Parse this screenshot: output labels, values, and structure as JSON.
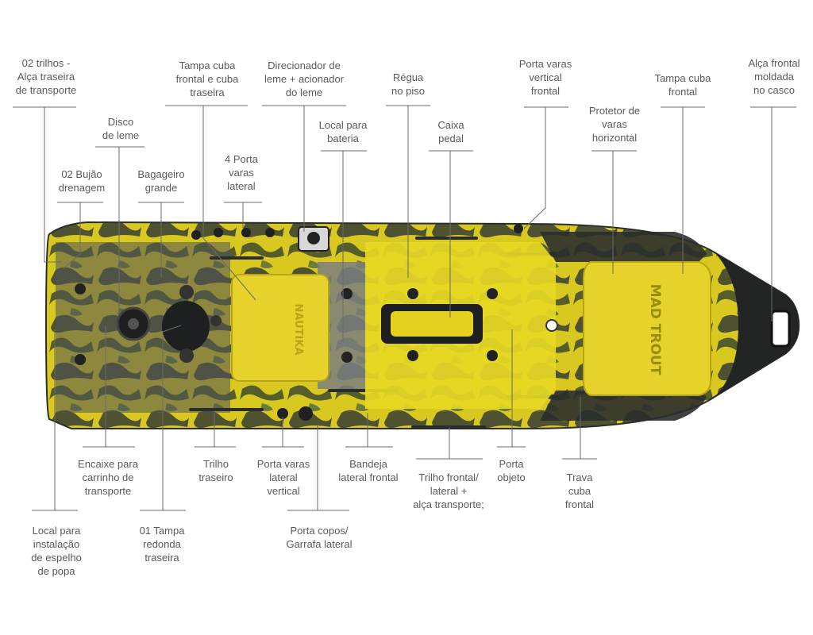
{
  "labels": {
    "alca_traseira": [
      "02 trilhos -",
      "Alça traseira",
      "de transporte"
    ],
    "disco_leme": [
      "Disco",
      "de leme"
    ],
    "bujao": [
      "02 Bujão",
      "drenagem"
    ],
    "bagageiro": [
      "Bagageiro",
      "grande"
    ],
    "tampa_cuba_ft": [
      "Tampa cuba",
      "frontal e cuba",
      "traseira"
    ],
    "porta_varas_lateral_4": [
      "4 Porta",
      "varas",
      "lateral"
    ],
    "direcionador": [
      "Direcionador de",
      "leme + acionador",
      "do leme"
    ],
    "bateria": [
      "Local para",
      "bateria"
    ],
    "regua": [
      "Régua",
      "no piso"
    ],
    "caixa_pedal": [
      "Caixa",
      "pedal"
    ],
    "porta_varas_vertical": [
      "Porta varas",
      "vertical",
      "frontal"
    ],
    "protetor_varas": [
      "Protetor de",
      "varas",
      "horizontal"
    ],
    "tampa_cuba_frontal": [
      "Tampa cuba",
      "frontal"
    ],
    "alca_frontal": [
      "Alça frontal",
      "moldada",
      "no casco"
    ],
    "encaixe_carrinho": [
      "Encaixe para",
      "carrinho de",
      "transporte"
    ],
    "trilho_traseiro": [
      "Trilho",
      "traseiro"
    ],
    "porta_varas_lat_vert": [
      "Porta varas",
      "lateral",
      "vertical"
    ],
    "bandeja": [
      "Bandeja",
      "lateral frontal"
    ],
    "trilho_frontal": [
      "Trilho frontal/",
      "lateral +",
      "alça transporte;"
    ],
    "porta_objeto": [
      "Porta",
      "objeto"
    ],
    "trava_cuba": [
      "Trava",
      "cuba",
      "frontal"
    ],
    "espelho_popa": [
      "Local para",
      "instalação",
      "de espelho",
      "de popa"
    ],
    "tampa_redonda": [
      "01 Tampa",
      "redonda",
      "traseira"
    ],
    "porta_copos": [
      "Porta copos/",
      "Garrafa lateral"
    ]
  },
  "hull_text": {
    "brand_bow": "MAD TROUT",
    "brand_hatch": "NAUTIKA"
  },
  "colors": {
    "yellow": "#e8d21e",
    "dark": "#2a2d2c",
    "gray": "#7b7f80",
    "line": "#555555"
  }
}
